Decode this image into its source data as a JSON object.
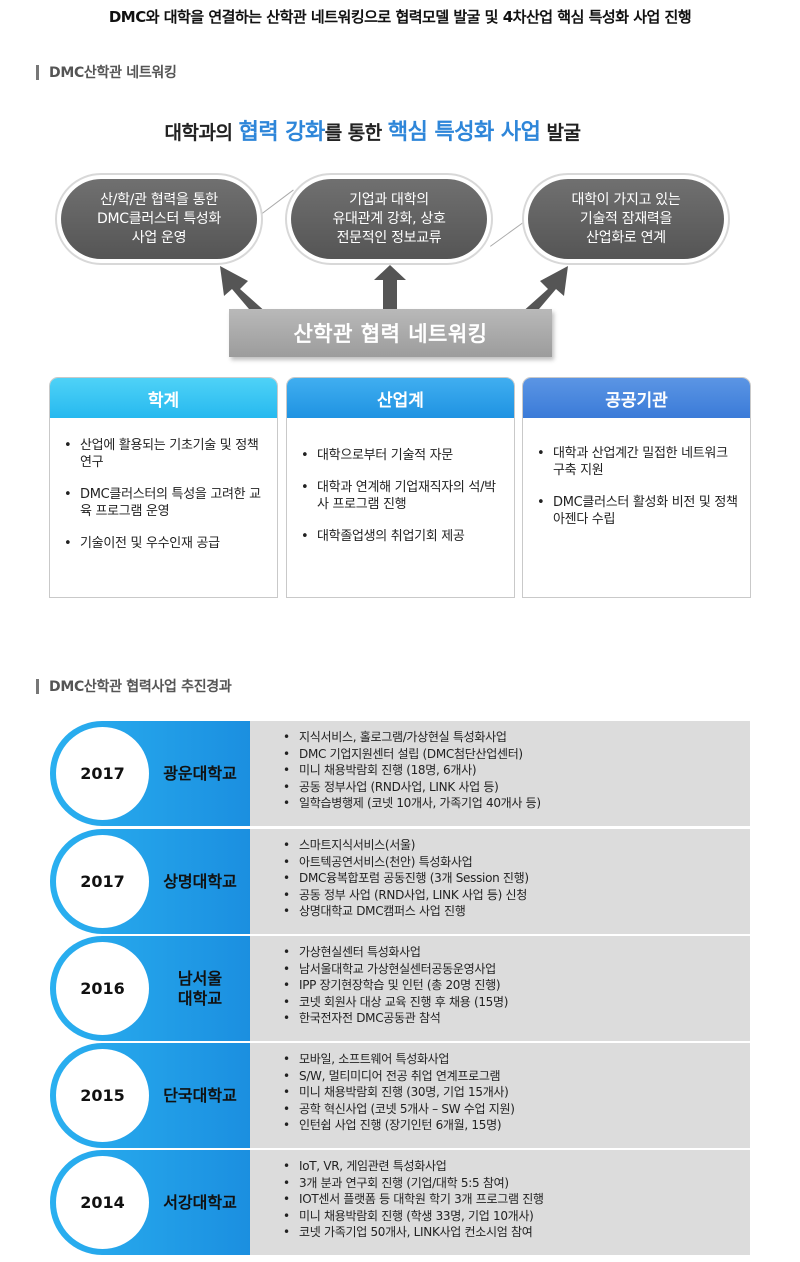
{
  "page_title": "DMC와 대학을 연결하는 산학관 네트워킹으로 협력모델 발굴 및 4차산업 핵심 특성화 사업 진행",
  "section1_title": "DMC산학관 네트워킹",
  "headline": {
    "part1": "대학과의 ",
    "highlight1": "협력 강화",
    "part2": "를 통한 ",
    "highlight2": "핵심 특성화 사업",
    "part3": " 발굴"
  },
  "pills": [
    {
      "line1": "산/학/관 협력을 통한",
      "line2": "DMC클러스터 특성화",
      "line3": "사업 운영"
    },
    {
      "line1": "기업과 대학의",
      "line2": "유대관계 강화, 상호",
      "line3": "전문적인 정보교류"
    },
    {
      "line1": "대학이 가지고 있는",
      "line2": "기술적 잠재력을",
      "line3": "산업화로 연계"
    }
  ],
  "network_label": "산학관 협력 네트워킹",
  "columns": [
    {
      "title": "학계",
      "color_top": "#4fd2f7",
      "color_bottom": "#26b9ef",
      "items": [
        "산업에 활용되는 기초기술 및 정책 연구",
        "DMC클러스터의 특성을 고려한 교육 프로그램 운영",
        "기술이전 및 우수인재 공급"
      ]
    },
    {
      "title": "산업계",
      "color_top": "#40aef0",
      "color_bottom": "#1f93e2",
      "items": [
        "대학으로부터 기술적 자문",
        "대학과 연계해 기업재직자의 석/박사 프로그램 진행",
        "대학졸업생의 취업기회 제공"
      ]
    },
    {
      "title": "공공기관",
      "color_top": "#5b95e4",
      "color_bottom": "#3b7bd8",
      "items": [
        "대학과 산업계간 밀접한 네트워크 구축 지원",
        "DMC클러스터 활성화 비전 및 정책 아젠다 수립"
      ]
    }
  ],
  "section2_title": "DMC산학관 협력사업 추진경과",
  "timeline": [
    {
      "year": "2017",
      "school": "광운대학교",
      "items": [
        "지식서비스, 홀로그램/가상현실 특성화사업",
        "DMC 기업지원센터 설립 (DMC첨단산업센터)",
        "미니 채용박람회 진행 (18명, 6개사)",
        "공동 정부사업 (RND사업, LINK 사업 등)",
        "일학습병행제 (코넷 10개사, 가족기업 40개사 등)"
      ]
    },
    {
      "year": "2017",
      "school": "상명대학교",
      "items": [
        "스마트지식서비스(서울)",
        "아트텍공연서비스(천안) 특성화사업",
        "DMC융복합포럼 공동진행 (3개 Session 진행)",
        "공동 정부 사업 (RND사업, LINK 사업 등) 신청",
        "상명대학교 DMC캠퍼스 사업 진행"
      ]
    },
    {
      "year": "2016",
      "school": "남서울 대학교",
      "items": [
        "가상현실센터 특성화사업",
        "남서울대학교 가상현실센터공동운영사업",
        "IPP 장기현장학습 및 인턴 (총 20명 진행)",
        "코넷 회원사 대상 교육 진행 후 채용 (15명)",
        "한국전자전 DMC공동관 참석"
      ]
    },
    {
      "year": "2015",
      "school": "단국대학교",
      "items": [
        "모바일, 소프트웨어 특성화사업",
        "S/W, 멀티미디어 전공 취업 연계프로그램",
        "미니 채용박람회 진행 (30명, 기업 15개사)",
        "공학 혁신사업 (코넷 5개사 – SW 수업 지원)",
        "인턴쉽 사업 진행 (장기인턴 6개월, 15명)"
      ]
    },
    {
      "year": "2014",
      "school": "서강대학교",
      "items": [
        "IoT, VR, 게임관련 특성화사업",
        "3개 분과 연구회 진행 (기업/대학 5:5 참여)",
        "IOT센서 플랫폼 등 대학원 학기 3개 프로그램 진행",
        "미니 채용박람회 진행 (학생 33명, 기업 10개사)",
        "코넷 가족기업 50개사, LINK사업 컨소시엄 참여"
      ]
    }
  ]
}
